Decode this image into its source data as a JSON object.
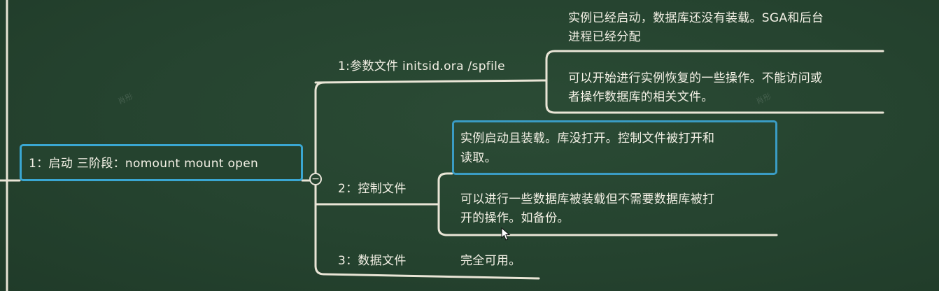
{
  "root": {
    "label": "1：启动 三阶段：nomount  mount   open"
  },
  "branches": [
    {
      "label": "1:参数文件 initsid.ora /spfile",
      "notes": [
        {
          "line1": "实例已经启动，数据库还没有装载。SGA和后台",
          "line2": "进程已经分配"
        },
        {
          "line1": "可以开始进行实例恢复的一些操作。不能访问或",
          "line2": "者操作数据库的相关文件。"
        }
      ]
    },
    {
      "label": "2：控制文件",
      "notes": [
        {
          "line1": "实例启动且装载。库没打开。控制文件被打开和",
          "line2": "读取。"
        },
        {
          "line1": "可以进行一些数据库被装载但不需要数据库被打",
          "line2": "开的操作。如备份。"
        }
      ]
    },
    {
      "label": "3：数据文件",
      "notes": [
        {
          "line1": "完全可用。"
        }
      ]
    }
  ],
  "watermarks": {
    "left": "肖彤",
    "right": "肖彤"
  },
  "icons": {
    "collapse": "minus-circle-icon",
    "cursor": "mouse-pointer-icon"
  },
  "colors": {
    "background": "#25432f",
    "chalk": "#f4f1e6",
    "selection": "#3aa7d2"
  }
}
